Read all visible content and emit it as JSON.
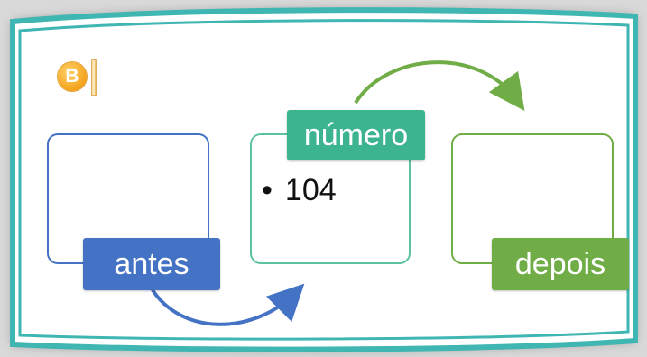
{
  "badge": {
    "letter": "B",
    "icon": "letter-b-badge-icon"
  },
  "boxes": {
    "antes": {
      "label": "antes"
    },
    "numero": {
      "label": "número",
      "items": [
        "104"
      ]
    },
    "depois": {
      "label": "depois"
    }
  },
  "bullet_symbol": "•",
  "arrows": [
    {
      "from": "antes",
      "to": "numero"
    },
    {
      "from": "numero",
      "to": "depois"
    }
  ],
  "colors": {
    "antes": "#4472c4",
    "numero": "#3cb48f",
    "depois": "#70ad47",
    "frame": "#3fb6b2"
  }
}
